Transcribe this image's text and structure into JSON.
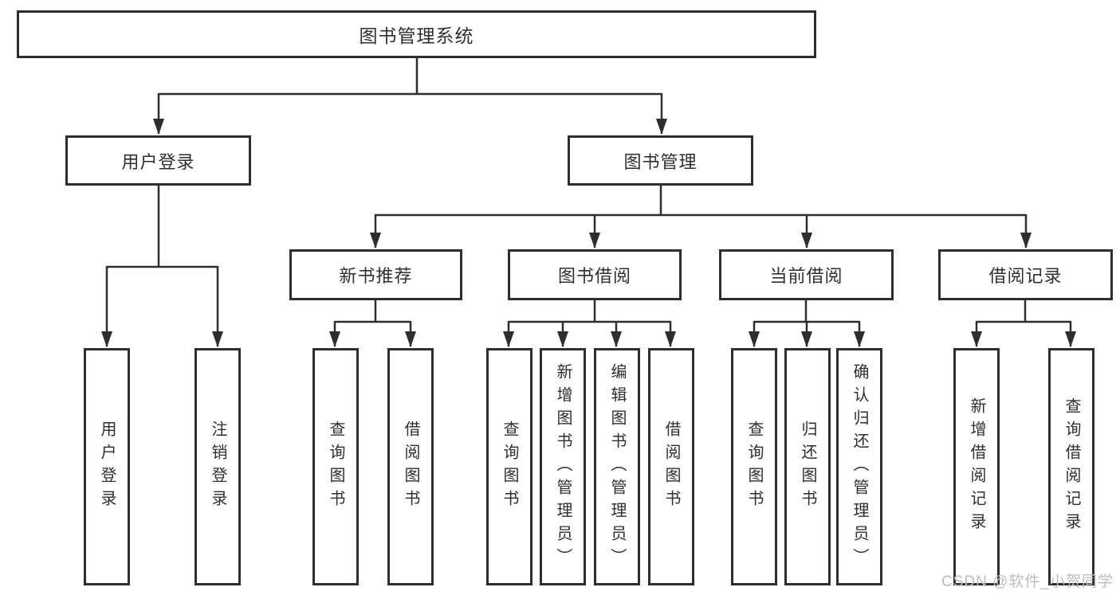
{
  "diagram": {
    "title": "图书管理系统",
    "level2": [
      {
        "label": "用户登录"
      },
      {
        "label": "图书管理"
      }
    ],
    "level3": [
      {
        "label": "新书推荐",
        "parent": "图书管理"
      },
      {
        "label": "图书借阅",
        "parent": "图书管理"
      },
      {
        "label": "当前借阅",
        "parent": "图书管理"
      },
      {
        "label": "借阅记录",
        "parent": "图书管理"
      }
    ],
    "leaves": [
      {
        "label": "用户登录",
        "parent": "用户登录"
      },
      {
        "label": "注销登录",
        "parent": "用户登录"
      },
      {
        "label": "查询图书",
        "parent": "新书推荐"
      },
      {
        "label": "借阅图书",
        "parent": "新书推荐"
      },
      {
        "label": "查询图书",
        "parent": "图书借阅"
      },
      {
        "label": "新增图书（管理员）",
        "parent": "图书借阅"
      },
      {
        "label": "编辑图书（管理员）",
        "parent": "图书借阅"
      },
      {
        "label": "借阅图书",
        "parent": "图书借阅"
      },
      {
        "label": "查询图书",
        "parent": "当前借阅"
      },
      {
        "label": "归还图书",
        "parent": "当前借阅"
      },
      {
        "label": "确认归还（管理员）",
        "parent": "当前借阅"
      },
      {
        "label": "新增借阅记录",
        "parent": "借阅记录"
      },
      {
        "label": "查询借阅记录",
        "parent": "借阅记录"
      }
    ]
  },
  "watermark": "CSDN @软件_小贺同学",
  "colors": {
    "line": "#2e2e2e",
    "text": "#2f2f2f",
    "watermark": "#bdbdbd",
    "background": "#ffffff"
  }
}
